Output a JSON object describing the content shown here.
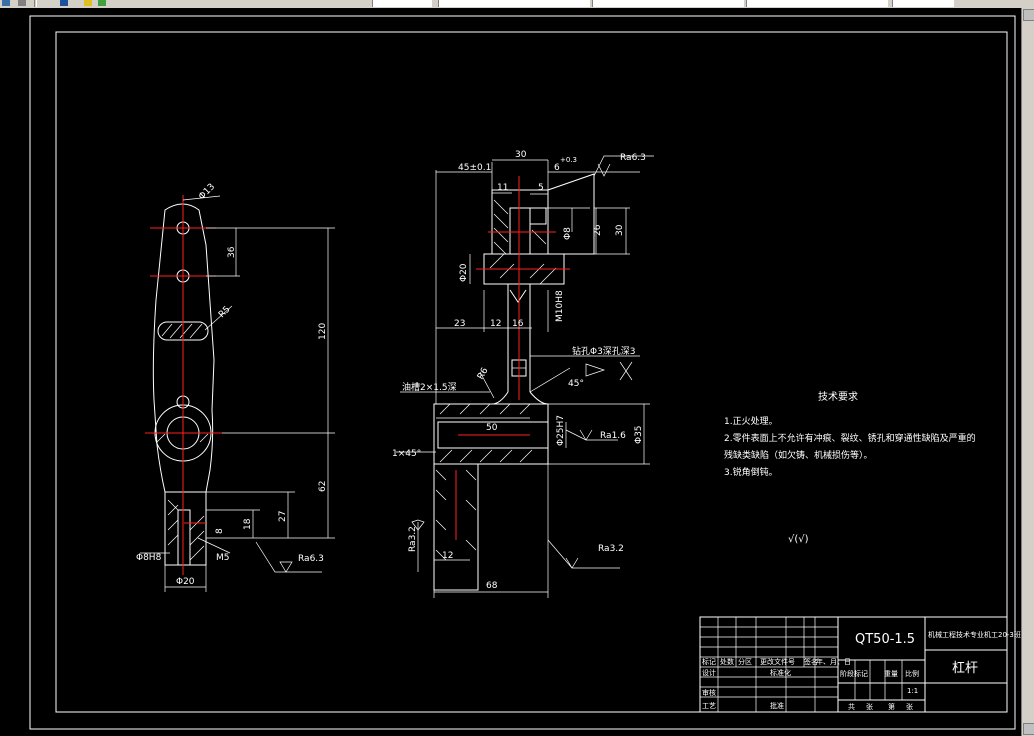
{
  "colors": {
    "background": "#000000",
    "lines": "#ffffff",
    "centerlines": "#ff2020"
  },
  "left_view": {
    "dims": {
      "d_top": "Φ13",
      "d_36": "36",
      "d_r5": "R5",
      "d_120": "120",
      "d_62": "62",
      "d_27": "27",
      "d_18": "18",
      "d_8": "8",
      "d_m5": "M5",
      "d_phi6": "Φ8H8",
      "d_phi20": "Φ20"
    },
    "roughness": "Ra6.3"
  },
  "main_view": {
    "dims": {
      "d_45": "45±0.1",
      "d_30": "30",
      "d_6": "6",
      "d_6tol": "+0.3",
      "d_11": "11",
      "d_5": "5",
      "d_phi": "Φ8",
      "d_26": "26",
      "d_30b": "30",
      "d_phi20": "Φ20",
      "d_m10": "M10H8",
      "d_23": "23",
      "d_12": "12",
      "d_16": "16",
      "drill_note": "钻孔Φ3深孔深3",
      "angle": "45°",
      "groove_note": "油槽2×1.5深",
      "r_note": "R6",
      "d_50": "50",
      "d_phi17": "Φ25H7",
      "d_35": "Φ35",
      "chamfer": "1×45°",
      "d_12b": "12",
      "d_68": "68"
    },
    "roughness": {
      "top": "Ra6.3",
      "mid": "Ra1.6",
      "left": "Ra3.2",
      "bottom": "Ra3.2"
    }
  },
  "tech_req": {
    "title": "技术要求",
    "items": [
      "1.正火处理。",
      "2.零件表面上不允许有冲痕、裂纹、锈孔和穿通性缺陷及严重的",
      "残缺类缺陷（如欠铸、机械损伤等）。",
      "3.锐角倒钝。"
    ],
    "surface_symbol": "√(√)"
  },
  "title_block": {
    "material": "QT50-1.5",
    "school": "机械工程技术专业机工20-3班",
    "part_name": "杠杆",
    "row1": [
      "标记",
      "处数",
      "分区",
      "更改文件号",
      "签名",
      "年、月、日"
    ],
    "row2_left": [
      "设计"
    ],
    "row2_std": "标准化",
    "row2_right": [
      "阶段标记",
      "重量",
      "比例"
    ],
    "scale": "1:1",
    "review": "审核",
    "process": "工艺",
    "approve": "批准",
    "sheets": [
      "共",
      "张",
      "第",
      "张"
    ]
  }
}
